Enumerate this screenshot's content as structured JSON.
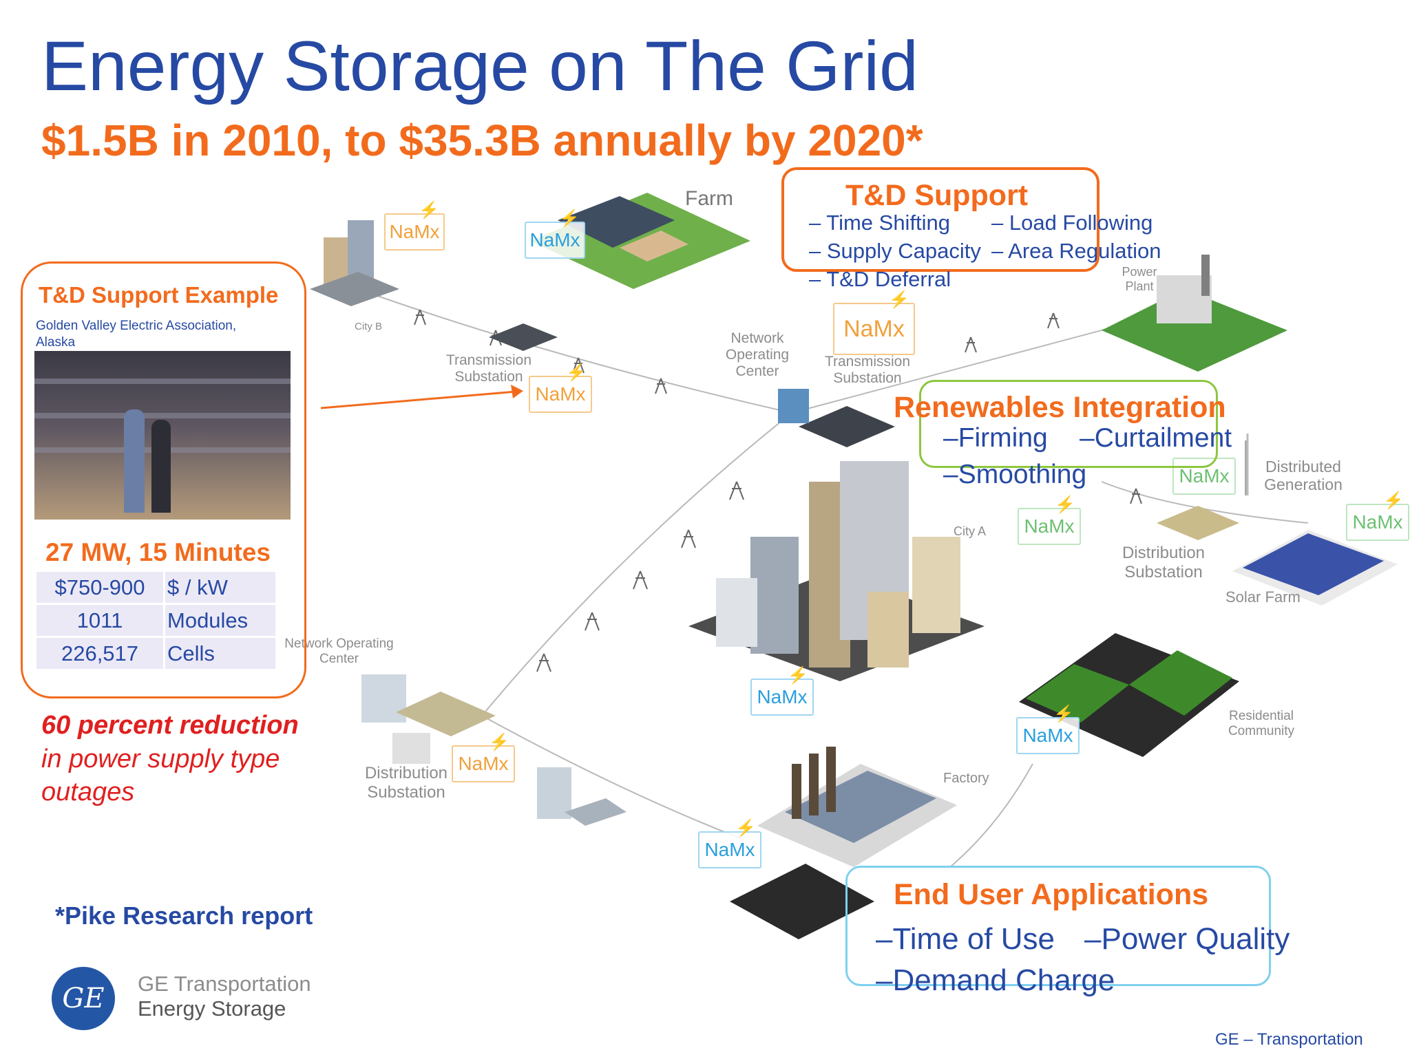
{
  "title": "Energy Storage on The Grid",
  "subtitle": "$1.5B in 2010, to $35.3B annually by 2020*",
  "example": {
    "heading": "T&D Support Example",
    "location": "Golden Valley Electric Association, Alaska",
    "capacity": "27 MW, 15 Minutes",
    "rows": [
      {
        "value": "$750-900",
        "unit": "$ / kW"
      },
      {
        "value": "1011",
        "unit": "Modules"
      },
      {
        "value": "226,517",
        "unit": "Cells"
      }
    ]
  },
  "reduction": {
    "bold": "60 percent reduction",
    "rest": "in power supply type outages"
  },
  "footnote": "*Pike Research report",
  "logo": {
    "mark": "GE",
    "line1": "GE Transportation",
    "line2": "Energy Storage"
  },
  "footer": "GE – Transportation",
  "td_support": {
    "heading": "T&D Support",
    "items": [
      "– Time Shifting",
      "– Load Following",
      "– Supply Capacity",
      "– Area Regulation",
      "– T&D Deferral"
    ]
  },
  "renewables": {
    "heading": "Renewables Integration",
    "items": [
      "–Firming",
      "–Curtailment",
      "–Smoothing"
    ]
  },
  "end_user": {
    "heading": "End User Applications",
    "items": [
      "–Time of Use",
      "–Power Quality",
      "–Demand Charge"
    ]
  },
  "badge_text": "NaMx",
  "labels": {
    "farm": "Farm",
    "city_b": "City B",
    "trans_sub_1": "Transmission Substation",
    "noc_1": "Network Operating Center",
    "trans_sub_2": "Transmission Substation",
    "power_plant": "Power Plant",
    "city_a": "City A",
    "dist_gen": "Distributed Generation",
    "dist_sub_1": "Distribution Substation",
    "solar_farm": "Solar Farm",
    "noc_2": "Network Operating Center",
    "dist_sub_2": "Distribution Substation",
    "residential": "Residential Community",
    "factory": "Factory"
  },
  "colors": {
    "title": "#2649a3",
    "accent_orange": "#f26b1d",
    "red": "#e01f1f",
    "green": "#8dc63f",
    "light_blue": "#7fd0ef"
  }
}
